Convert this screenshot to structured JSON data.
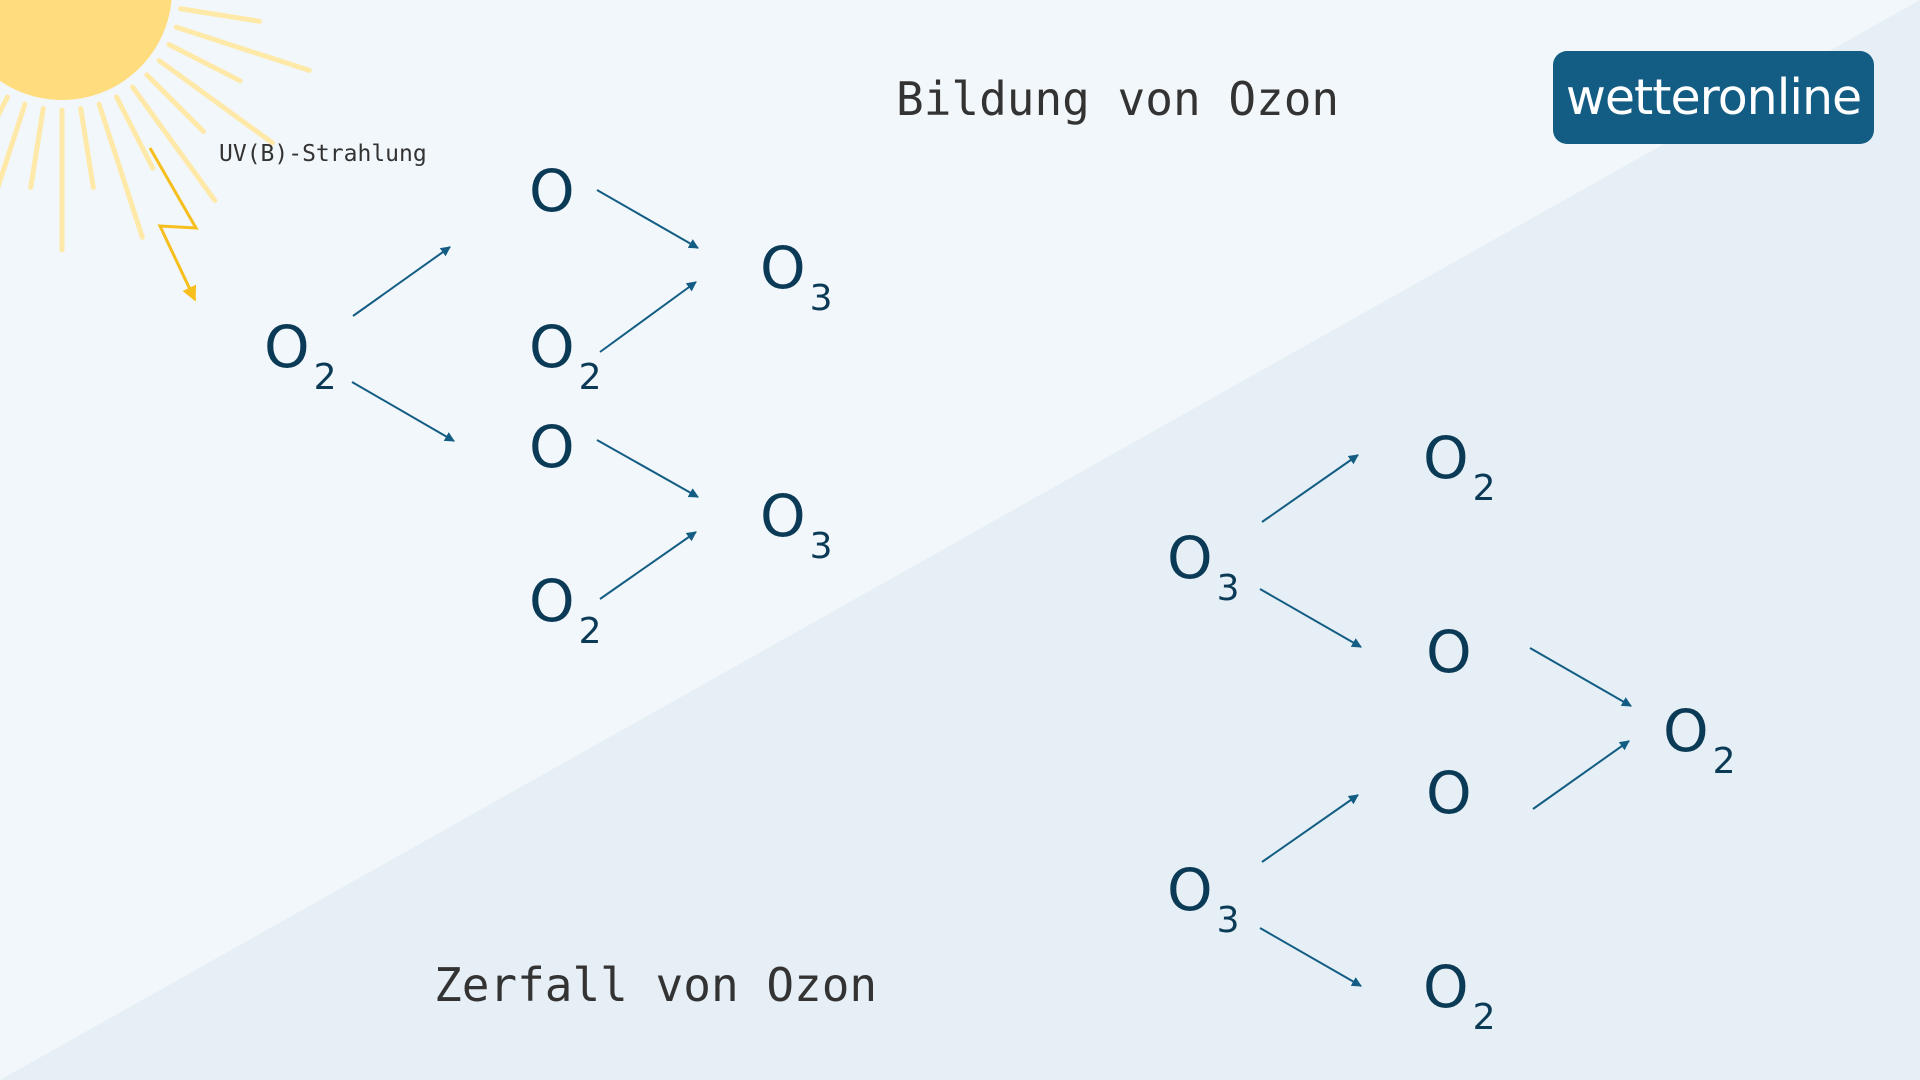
{
  "colors": {
    "background_light": "#f1f7fa",
    "background_dark": "#e6eff5",
    "molecule_text": "#0b3a56",
    "arrow": "#135d84",
    "heading_text": "#333333",
    "sun": "#ffdd7e",
    "uv_bolt": "#f7bf1d",
    "logo_bg": "#135d84"
  },
  "headings": {
    "formation": "Bildung von Ozon",
    "decay": "Zerfall von Ozon"
  },
  "uv_label": "UV(B)-Strahlung",
  "logo": {
    "text": "wetteronline",
    "icon": "sun-o-icon"
  },
  "molecules": {
    "formation": {
      "o2_start": {
        "base": "O",
        "sub": "2"
      },
      "o_top": {
        "base": "O",
        "sub": ""
      },
      "o2_upper": {
        "base": "O",
        "sub": "2"
      },
      "o3_upper": {
        "base": "O",
        "sub": "3"
      },
      "o_mid": {
        "base": "O",
        "sub": ""
      },
      "o2_lower": {
        "base": "O",
        "sub": "2"
      },
      "o3_lower": {
        "base": "O",
        "sub": "3"
      }
    },
    "decay": {
      "o3_upper": {
        "base": "O",
        "sub": "3"
      },
      "o2_top": {
        "base": "O",
        "sub": "2"
      },
      "o_upper": {
        "base": "O",
        "sub": ""
      },
      "o2_result": {
        "base": "O",
        "sub": "2"
      },
      "o_lower": {
        "base": "O",
        "sub": ""
      },
      "o3_lower": {
        "base": "O",
        "sub": "3"
      },
      "o2_bottom": {
        "base": "O",
        "sub": "2"
      }
    }
  }
}
